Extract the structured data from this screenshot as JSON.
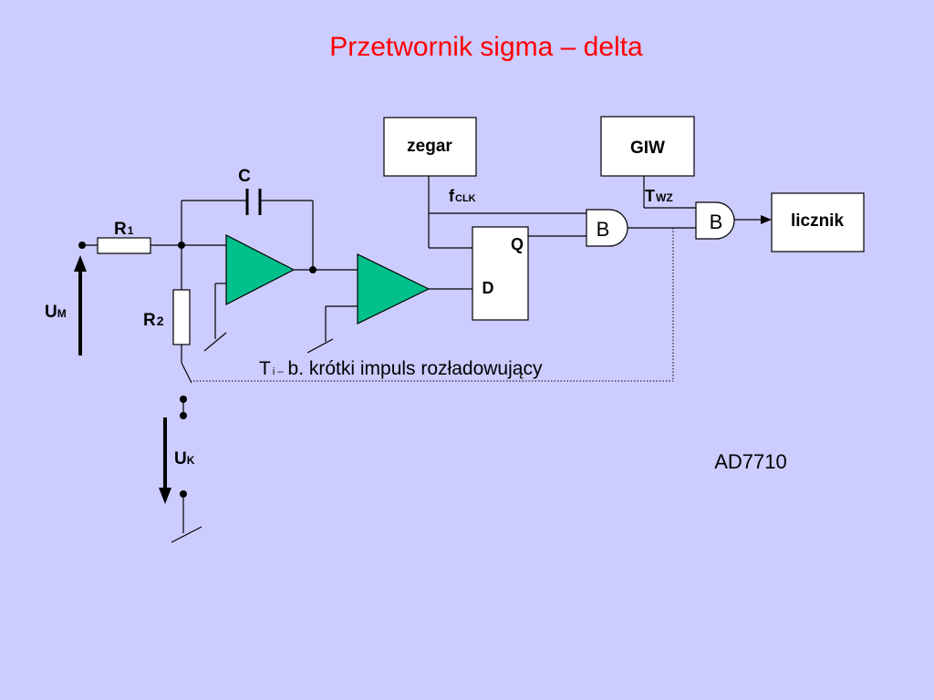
{
  "title": "Przetwornik sigma – delta",
  "colors": {
    "background": "#ccccff",
    "title": "#ff0000",
    "amplifier_fill": "#00c08c",
    "line": "#000000"
  },
  "blocks": {
    "clock": "zegar",
    "giw": "GIW",
    "counter": "licznik",
    "gate1": "B",
    "gate2": "B",
    "flipflop_q": "Q",
    "flipflop_d": "D"
  },
  "labels": {
    "capacitor": "C",
    "r1_main": "R",
    "r1_sub": "1",
    "r2_main": "R",
    "r2_sub": "2",
    "um_main": "U",
    "um_sub": "M",
    "uk_main": "U",
    "uk_sub": "K",
    "fclk_main": "f",
    "fclk_sub": "CLK",
    "twz_main": "T",
    "twz_sub": "WZ",
    "pulse_main": "T",
    "pulse_sub": "i – ",
    "pulse_rest": "b. krótki impuls rozładowujący",
    "part_number": "AD7710"
  }
}
